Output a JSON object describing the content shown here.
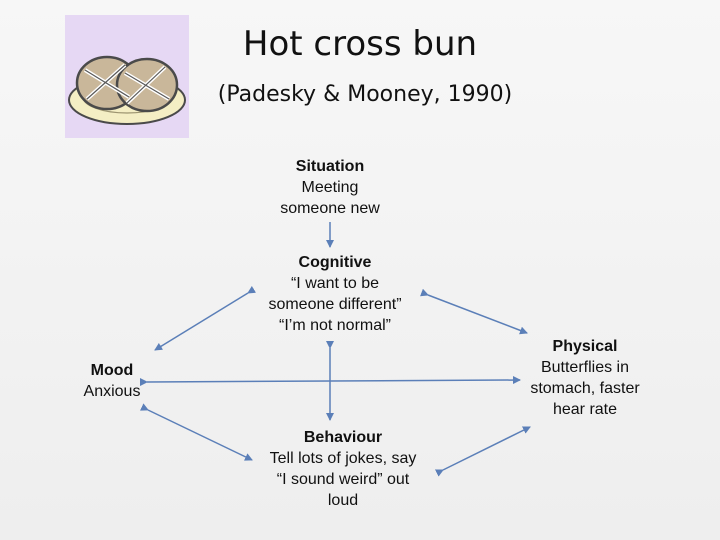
{
  "slide": {
    "title": "Hot cross bun",
    "subtitle": "(Padesky & Mooney, 1990)"
  },
  "nodes": {
    "situation": {
      "heading": "Situation",
      "lines": [
        "Meeting",
        "someone new"
      ]
    },
    "cognitive": {
      "heading": "Cognitive",
      "lines": [
        "“I want to be",
        "someone different”",
        "“I’m not normal”"
      ]
    },
    "mood": {
      "heading": "Mood",
      "lines": [
        "Anxious"
      ]
    },
    "physical": {
      "heading": "Physical",
      "lines": [
        "Butterflies in",
        "stomach, faster",
        "hear rate"
      ]
    },
    "behaviour": {
      "heading": "Behaviour",
      "lines": [
        "Tell lots of jokes, say",
        "“I sound weird” out",
        "loud"
      ]
    }
  },
  "colors": {
    "arrow": "#5b7fb8",
    "image_background": "#e6d8f4",
    "plate": "#f4eec4",
    "bun": "#c9b79a"
  },
  "image": {
    "icon": "hot-cross-buns-on-plate"
  }
}
